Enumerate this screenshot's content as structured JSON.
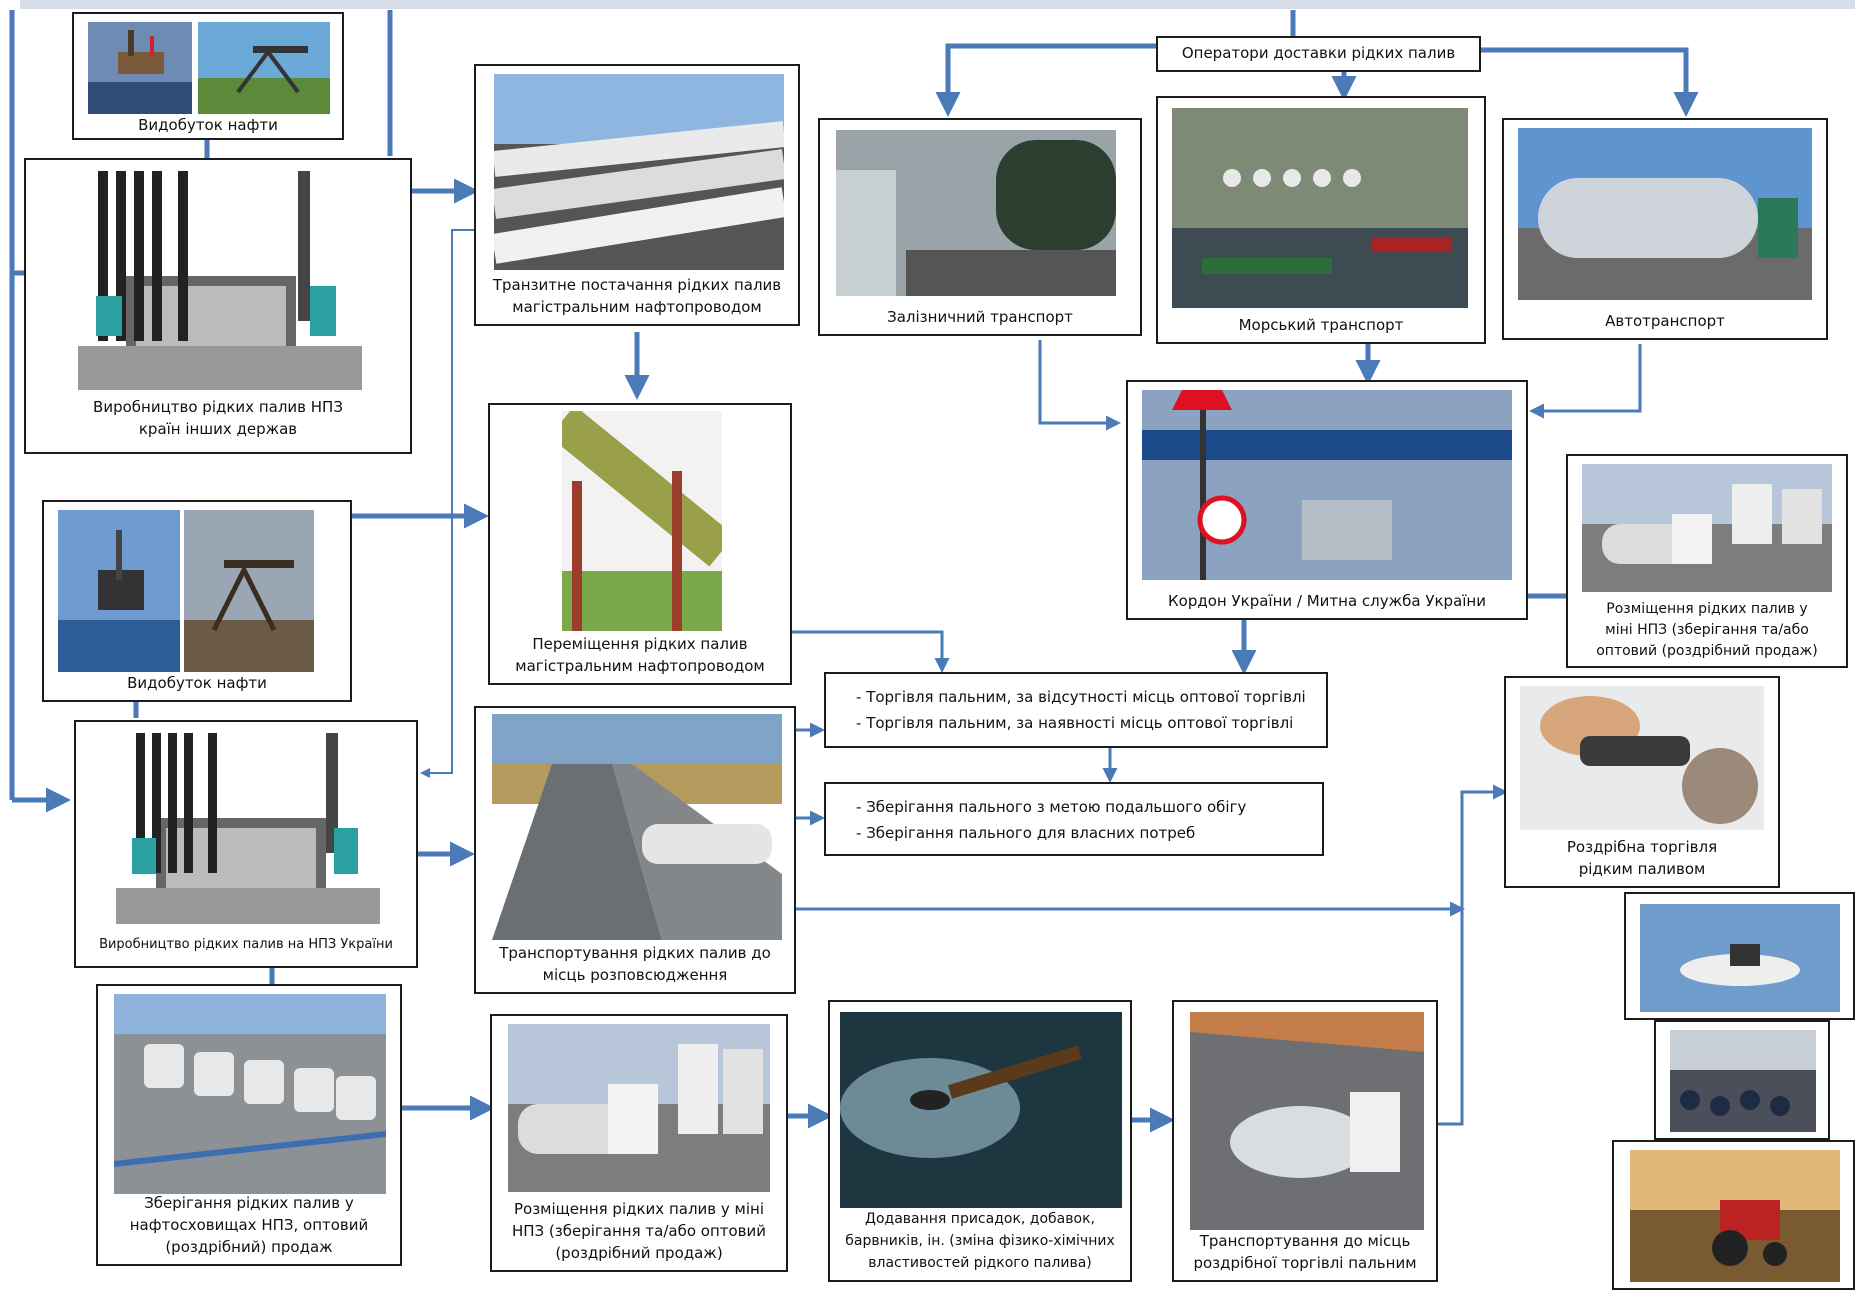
{
  "nodes": {
    "operators": "Оператори доставки рідких палив",
    "extraction_top": "Видобуток нафти",
    "foreign_refinery": "Виробництво рідких палив НПЗ\nкраїн інших держав",
    "transit_pipeline": "Транзитне постачання рідких палив\nмагістральним нафтопроводом",
    "rail": "Залізничний транспорт",
    "sea": "Морський транспорт",
    "auto": "Автотранспорт",
    "border": "Кордон України / Митна служба України",
    "mini_refinery_right": "Розміщення рідких палив у\nміні НПЗ (зберігання та/або\nоптовий (роздрібний продаж)",
    "extraction_mid": "Видобуток нафти",
    "pipeline_move": "Переміщення рідких палив\nмагістральним нафтопроводом",
    "ukraine_refinery": "Виробництво рідких палив на НПЗ України",
    "transport_distribution": "Транспортування рідких палив до\nмісць розповсюдження",
    "retail": "Роздрібна торгівля\nрідким паливом",
    "storage_refinery": "Зберігання рідких палив у\nнафтосховищах НПЗ, оптовий\n(роздрібний) продаж",
    "mini_refinery_bottom": "Розміщення рідких палив у міні\nНПЗ (зберігання та/або оптовий\n(роздрібний продаж)",
    "additives": "Додавання присадок, добавок,\nбарвників, ін. (зміна фізико-хімічних\nвластивостей рідкого палива)",
    "transport_retail": "Транспортування до місць\nроздрібної торгівлі пальним"
  },
  "trade_list": [
    "Торгівля пальним, за відсутності місць оптової торгівлі",
    "Торгівля пальним, за наявності місць оптової торгівлі"
  ],
  "storage_list": [
    "Зберігання пального з метою подальшого обігу",
    "Зберігання пального для власних потреб"
  ],
  "colors": {
    "arrow": "#4a7ab8",
    "border": "#1c1c1c"
  }
}
